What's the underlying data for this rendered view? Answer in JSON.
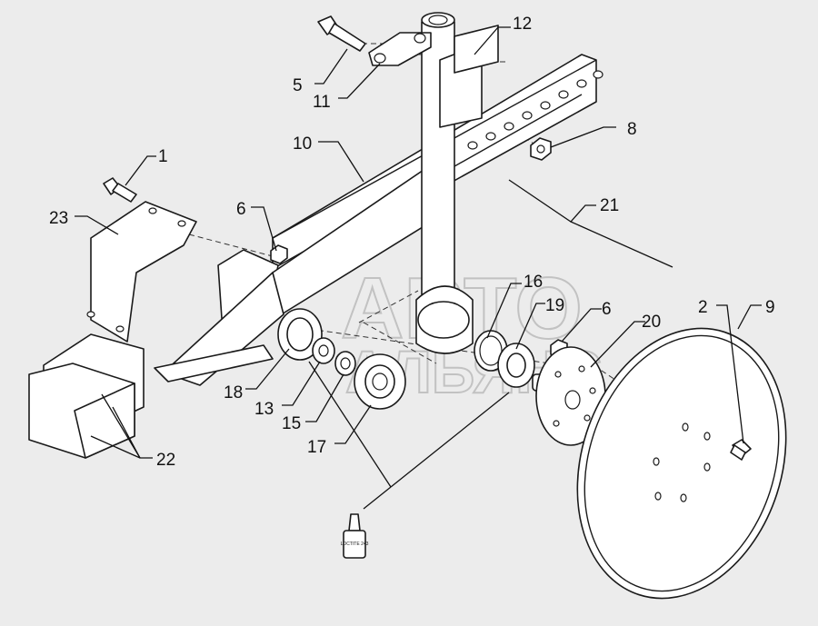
{
  "watermark": {
    "line1": "АВТО",
    "line2": "АЛЬЯНС"
  },
  "callouts": [
    {
      "id": "c1",
      "label": "1"
    },
    {
      "id": "c2",
      "label": "2"
    },
    {
      "id": "c5",
      "label": "5"
    },
    {
      "id": "c6a",
      "label": "6"
    },
    {
      "id": "c6b",
      "label": "6"
    },
    {
      "id": "c8",
      "label": "8"
    },
    {
      "id": "c9",
      "label": "9"
    },
    {
      "id": "c10",
      "label": "10"
    },
    {
      "id": "c11",
      "label": "11"
    },
    {
      "id": "c12",
      "label": "12"
    },
    {
      "id": "c13",
      "label": "13"
    },
    {
      "id": "c15",
      "label": "15"
    },
    {
      "id": "c16",
      "label": "16"
    },
    {
      "id": "c17",
      "label": "17"
    },
    {
      "id": "c18",
      "label": "18"
    },
    {
      "id": "c19",
      "label": "19"
    },
    {
      "id": "c20",
      "label": "20"
    },
    {
      "id": "c21",
      "label": "21"
    },
    {
      "id": "c22",
      "label": "22"
    },
    {
      "id": "c23",
      "label": "23"
    }
  ],
  "tube_label": "LOCTITE 243"
}
